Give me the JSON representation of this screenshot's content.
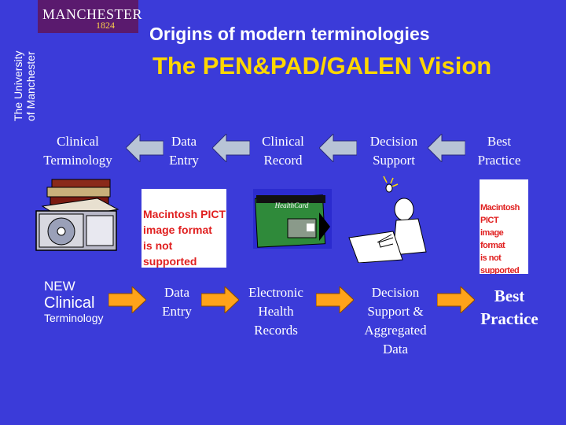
{
  "logo": {
    "wordmark": "MANCHESTER",
    "year": "1824",
    "vertical_text": [
      "The University",
      "of Manchester"
    ]
  },
  "title": {
    "line1": "Origins of modern terminologies",
    "line2": "The PEN&PAD/GALEN Vision"
  },
  "colors": {
    "background": "#3b3bd9",
    "title_accent": "#ffd700",
    "arrow_grey": "#b8c4d6",
    "arrow_orange": "#ffa31a",
    "pict_text": "#e02020"
  },
  "row1": {
    "labels": [
      [
        "Clinical",
        "Terminology"
      ],
      [
        "Data",
        "Entry"
      ],
      [
        "Clinical",
        "Record"
      ],
      [
        "Decision",
        "Support"
      ],
      [
        "Best",
        "Practice"
      ]
    ]
  },
  "images": {
    "pict_placeholder": [
      "Macintosh PICT",
      "image format",
      "is not supported"
    ],
    "health_card": "HealthCard"
  },
  "row2": {
    "new_terminology": [
      "NEW",
      "Clinical",
      "Terminology"
    ],
    "data_entry": [
      "Data",
      "Entry"
    ],
    "ehr": [
      "Electronic",
      "Health",
      "Records"
    ],
    "decision": [
      "Decision",
      "Support &",
      "Aggregated",
      "Data"
    ],
    "best_practice": [
      "Best",
      "Practice"
    ]
  }
}
